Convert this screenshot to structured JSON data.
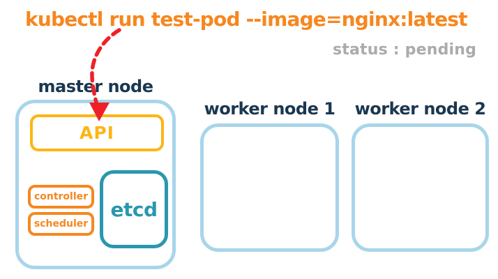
{
  "command": "kubectl run test-pod --image=nginx:latest",
  "status_text": "status : pending",
  "master_node": {
    "label": "master node",
    "api_label": "API",
    "controller_label": "controller",
    "scheduler_label": "scheduler",
    "etcd_label": "etcd"
  },
  "worker_nodes": [
    {
      "label": "worker node 1"
    },
    {
      "label": "worker node 2"
    }
  ],
  "colors": {
    "command_orange": "#F6871F",
    "status_gray": "#ABABAB",
    "node_label_navy": "#1A3750",
    "node_border_blue": "#A8D5EA",
    "api_gold": "#FDB515",
    "component_orange": "#F6871F",
    "etcd_teal": "#2A97AE",
    "arrow_red": "#EE2128"
  }
}
